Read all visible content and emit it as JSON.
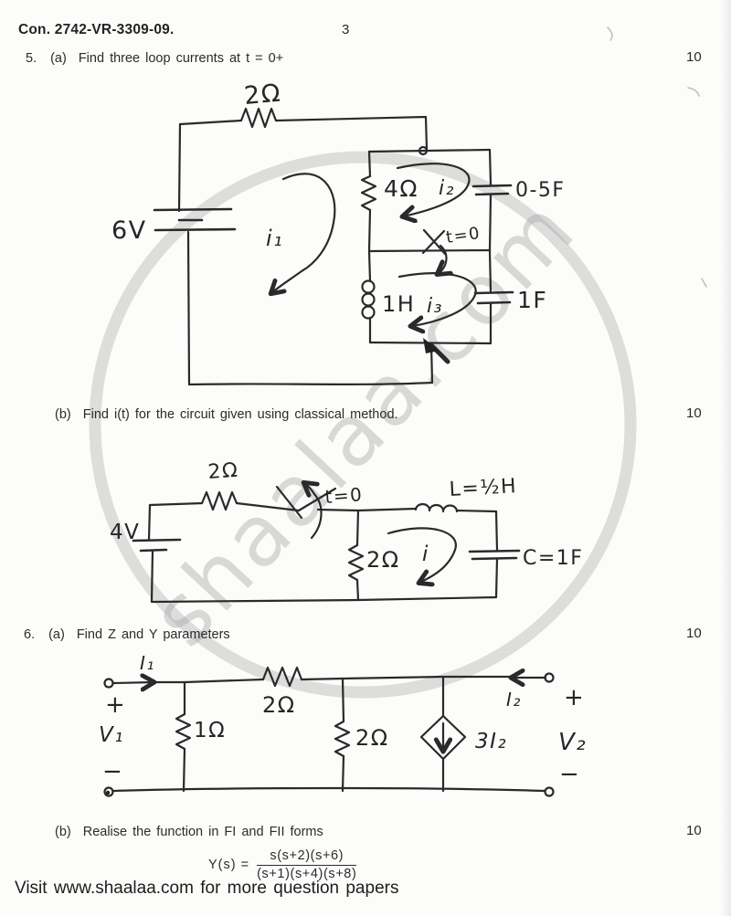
{
  "page": {
    "code": "Con. 2742-VR-3309-09.",
    "page_number": "3",
    "watermark": "shaalaa.com",
    "footer": "Visit www.shaalaa.com for more question papers"
  },
  "questions": {
    "q5a": {
      "number": "5.",
      "part": "(a)",
      "text": "Find three loop currents at t = 0+",
      "marks": "10"
    },
    "q5b": {
      "part": "(b)",
      "text": "Find i(t) for the circuit given using classical method.",
      "marks": "10"
    },
    "q6a": {
      "number": "6.",
      "part": "(a)",
      "text": "Find Z and Y parameters",
      "marks": "10"
    },
    "q6b": {
      "part": "(b)",
      "text": "Realise the function in FI and FII forms",
      "marks": "10"
    }
  },
  "formula": {
    "lhs": "Y(s) =",
    "numerator": "s(s+2)(s+6)",
    "denominator": "(s+1)(s+4)(s+8)"
  },
  "circuit1": {
    "r_top": "2Ω",
    "source": "6V",
    "loop1": "i₁",
    "r_inner": "4Ω",
    "loop2": "i₂",
    "cap_top": "0-5F",
    "switch": "t=0",
    "inductor": "1H",
    "loop3": "i₃",
    "cap_bottom": "1F"
  },
  "circuit2": {
    "source": "4V",
    "r_series": "2Ω",
    "switch": "t=0",
    "inductor": "L=½H",
    "r_shunt": "2Ω",
    "loop": "i",
    "cap": "C=1F"
  },
  "circuit3": {
    "i1": "I₁",
    "v1": "V₁",
    "plus": "+",
    "minus": "−",
    "r_shunt1": "1Ω",
    "r_series": "2Ω",
    "r_shunt2": "2Ω",
    "dep_source": "3I₂",
    "i2": "I₂",
    "v2": "V₂"
  }
}
